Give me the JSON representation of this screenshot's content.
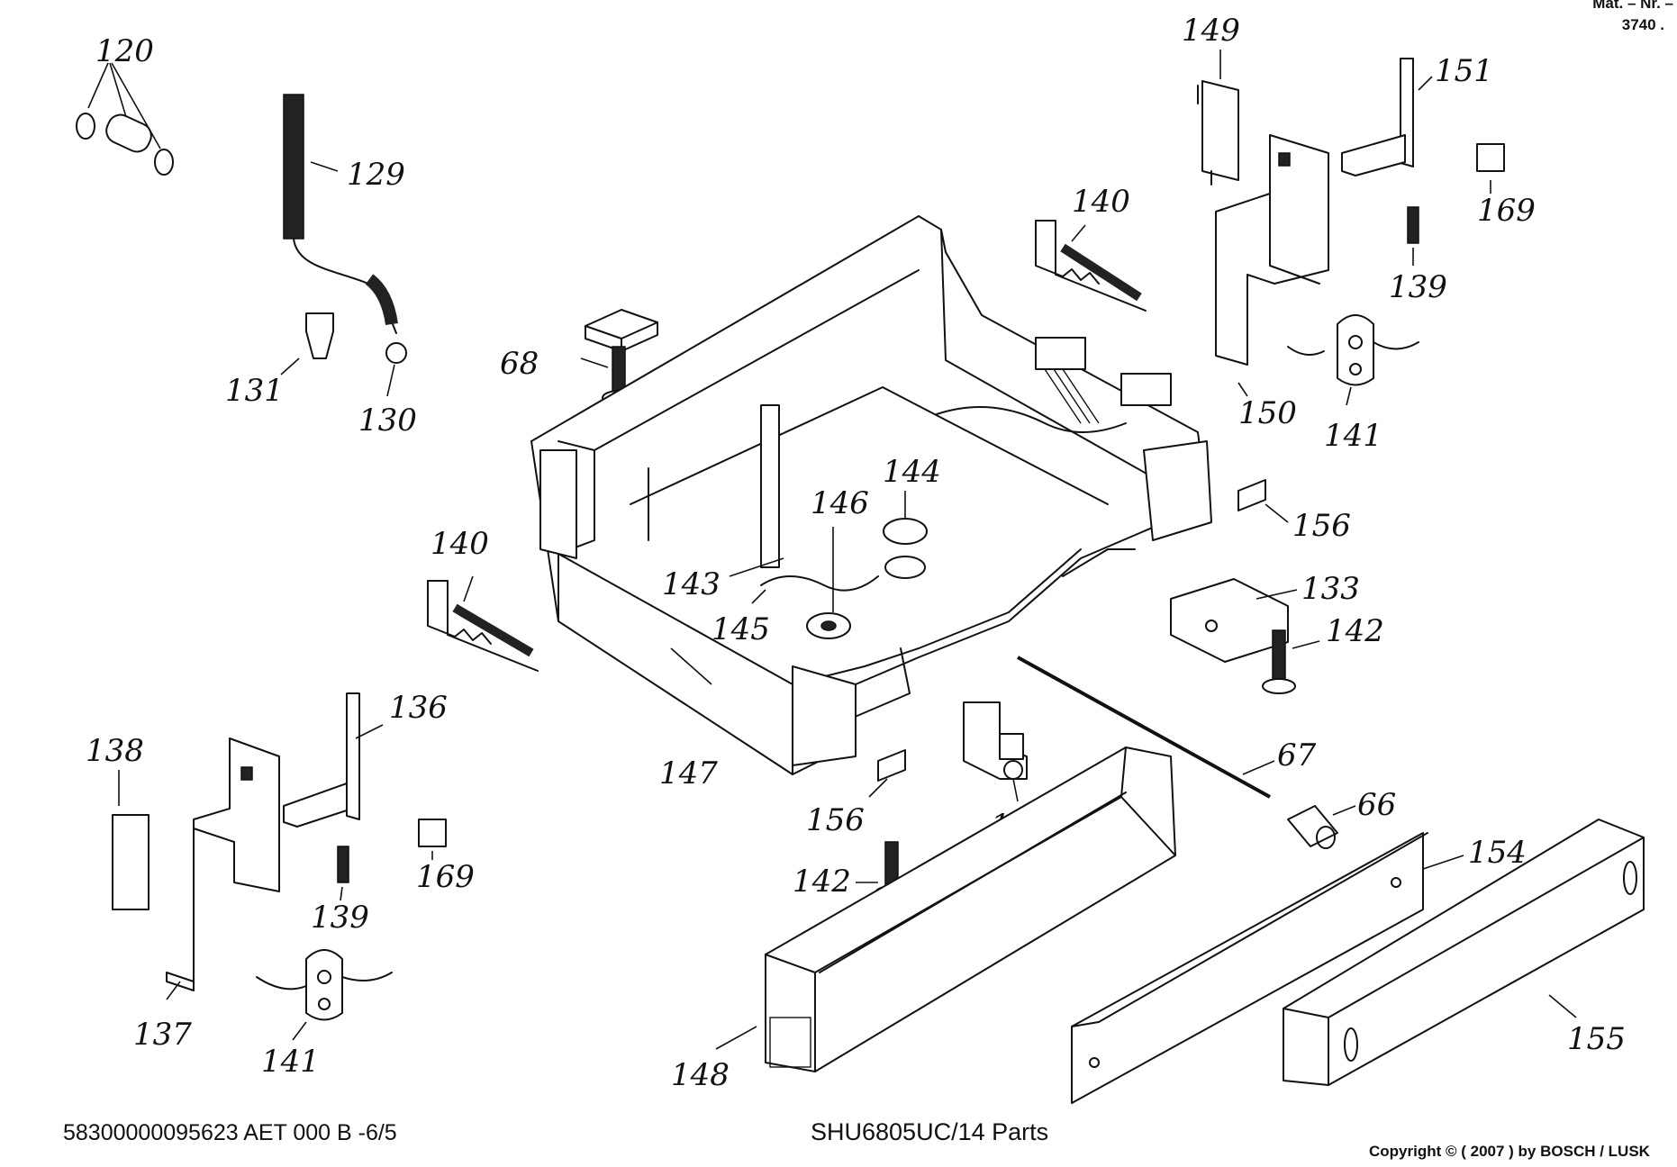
{
  "header": {
    "mat_nr": "Mat. – Nr. –",
    "mat_code": "3740 ."
  },
  "footer": {
    "doc_code": "58300000095623 AET 000 B  -6/5",
    "model": "SHU6805UC/14 Parts",
    "copyright": "Copyright © ( 2007 ) by BOSCH  / LUSK"
  },
  "labels": {
    "p120": "120",
    "p129": "129",
    "p131": "131",
    "p130": "130",
    "p68": "68",
    "p140a": "140",
    "p140b": "140",
    "p149": "149",
    "p151": "151",
    "p169a": "169",
    "p169b": "169",
    "p139a": "139",
    "p139b": "139",
    "p150": "150",
    "p141a": "141",
    "p141b": "141",
    "p144": "144",
    "p146": "146",
    "p143": "143",
    "p145": "145",
    "p156a": "156",
    "p156b": "156",
    "p133": "133",
    "p142a": "142",
    "p142b": "142",
    "p147": "147",
    "p138": "138",
    "p136": "136",
    "p137": "137",
    "p128": "128",
    "p67": "67",
    "p66": "66",
    "p154": "154",
    "p155": "155",
    "p148": "148"
  }
}
